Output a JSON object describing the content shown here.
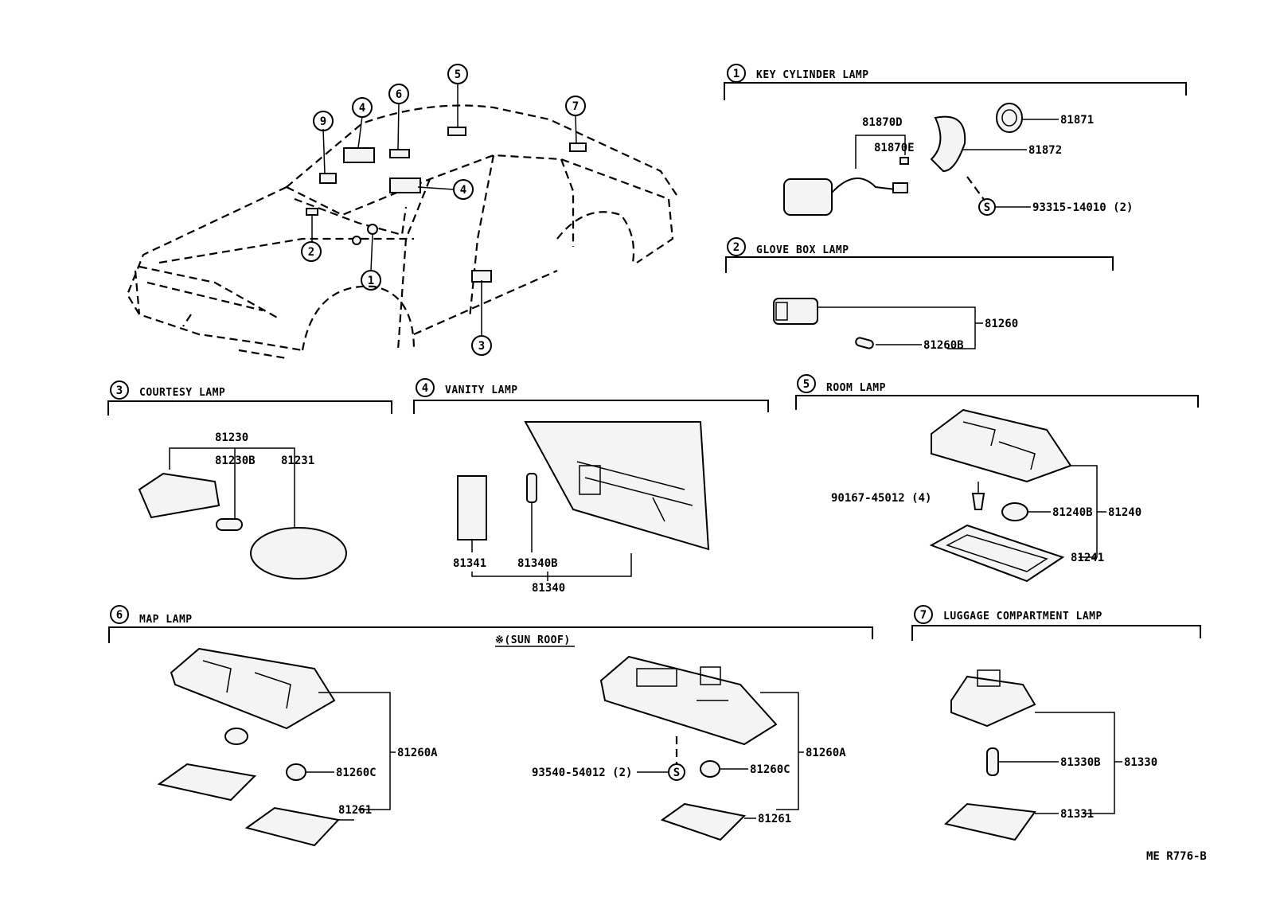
{
  "sections": [
    {
      "num": "1",
      "title": "KEY CYLINDER LAMP"
    },
    {
      "num": "2",
      "title": "GLOVE BOX LAMP"
    },
    {
      "num": "3",
      "title": "COURTESY LAMP"
    },
    {
      "num": "4",
      "title": "VANITY LAMP"
    },
    {
      "num": "5",
      "title": "ROOM LAMP"
    },
    {
      "num": "6",
      "title": "MAP LAMP"
    },
    {
      "num": "7",
      "title": "LUGGAGE COMPARTMENT LAMP"
    }
  ],
  "car_callouts": [
    "5",
    "6",
    "7",
    "9",
    "4",
    "4",
    "2",
    "1",
    "3"
  ],
  "parts": {
    "key_cylinder": {
      "a": "81870D",
      "b": "81870E",
      "c": "81871",
      "d": "81872",
      "e": "93315-14010 (2)"
    },
    "glove_box": {
      "a": "81260",
      "b": "81260B"
    },
    "courtesy": {
      "a": "81230",
      "b": "81230B",
      "c": "81231"
    },
    "vanity": {
      "a": "81341",
      "b": "81340B",
      "c": "81340"
    },
    "room": {
      "a": "90167-45012 (4)",
      "b": "81240B",
      "c": "81240",
      "d": "81241"
    },
    "map_left": {
      "a": "81260A",
      "b": "81260C",
      "c": "81261"
    },
    "map_right": {
      "note": "※(SUN ROOF)",
      "a": "81260A",
      "b": "81260C",
      "c": "81261",
      "d": "93540-54012 (2)"
    },
    "luggage": {
      "a": "81330B",
      "b": "81330",
      "c": "81331"
    }
  },
  "screw_symbol": "S",
  "reference": "ME R776-B"
}
